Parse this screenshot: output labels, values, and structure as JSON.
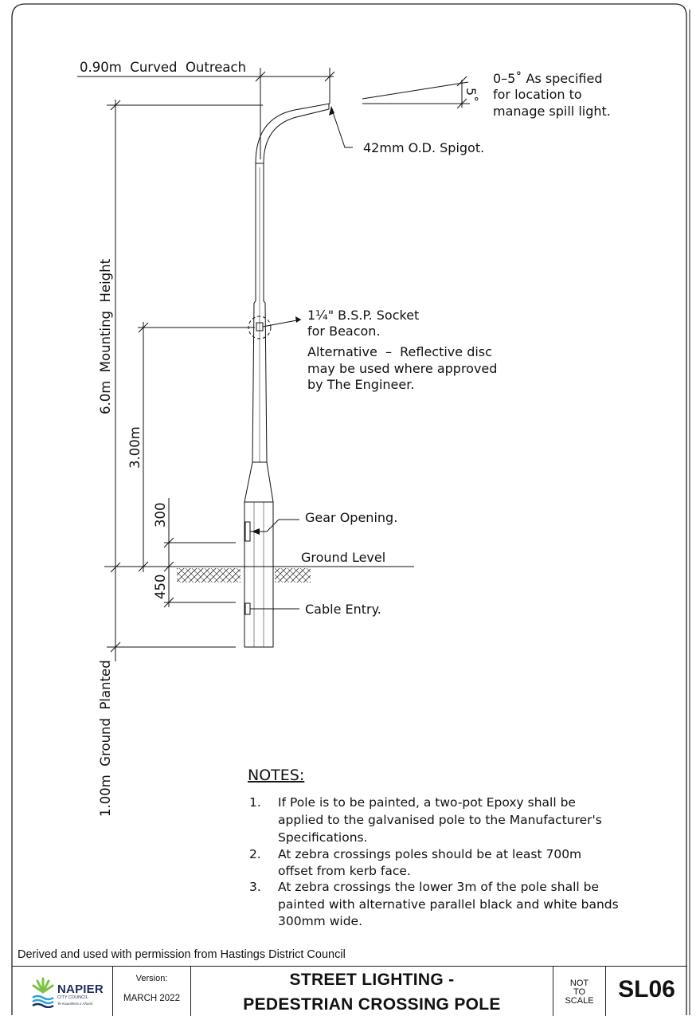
{
  "dimensions": {
    "outreach": "0.90m  Curved  Outreach",
    "mounting_height": "6.0m  Mounting  Height",
    "beacon_height": "3.00m",
    "gear_height": "300",
    "cable_depth": "450",
    "ground_planted": "1.00m  Ground  Planted",
    "angle_value": "5˚"
  },
  "callouts": {
    "angle_lines": [
      "0–5˚ As specified",
      "for location to",
      "manage spill light."
    ],
    "spigot": "42mm O.D. Spigot.",
    "socket_lines": [
      "1¼\" B.S.P. Socket",
      "for Beacon."
    ],
    "alternative_lines": [
      "Alternative  –  Reflective disc",
      "may be used where approved",
      "by The Engineer."
    ],
    "gear_opening": "Gear Opening.",
    "ground_level": "Ground Level",
    "cable_entry": "Cable Entry."
  },
  "notes": {
    "title": "NOTES:",
    "items": [
      {
        "num": "1.",
        "lines": [
          "If Pole is to be painted, a two-pot Epoxy shall be",
          "applied to the galvanised pole to the Manufacturer's",
          "Specifications."
        ]
      },
      {
        "num": "2.",
        "lines": [
          "At zebra crossings poles should be at least 700m",
          "offset from kerb face."
        ]
      },
      {
        "num": "3.",
        "lines": [
          "At zebra crossings the lower 3m of the pole shall be",
          "painted with alternative parallel black and white bands",
          "300mm wide."
        ]
      }
    ]
  },
  "attribution": "Derived and used with permission from Hastings District Council",
  "title_block": {
    "logo_name": "NAPIER",
    "logo_sub": "CITY COUNCIL",
    "logo_tag": "Te Kaunihera o Ahuriri",
    "version_label": "Version:",
    "version_value": "MARCH 2022",
    "title_line1": "STREET LIGHTING -",
    "title_line2": "PEDESTRIAN CROSSING POLE",
    "scale_lines": [
      "NOT",
      "TO",
      "SCALE"
    ],
    "drawing_code": "SL06"
  },
  "colors": {
    "line": "#111111",
    "logo_green": "#7cc242",
    "logo_blue": "#2aa3d8",
    "logo_navy": "#1b2f5c"
  }
}
